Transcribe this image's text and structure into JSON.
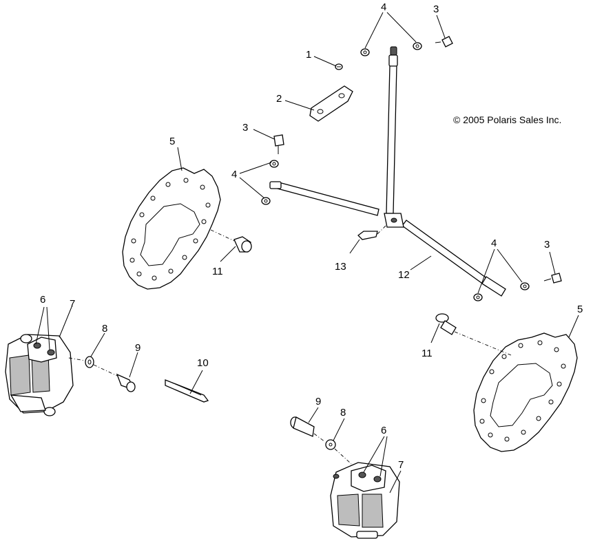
{
  "copyright": "© 2005 Polaris Sales Inc.",
  "callouts": {
    "c1": "1",
    "c2": "2",
    "c3a": "3",
    "c3b": "3",
    "c3c": "3",
    "c4a": "4",
    "c4b": "4",
    "c4c": "4",
    "c5a": "5",
    "c5b": "5",
    "c6a": "6",
    "c6b": "6",
    "c7a": "7",
    "c7b": "7",
    "c8a": "8",
    "c8b": "8",
    "c9a": "9",
    "c9b": "9",
    "c10": "10",
    "c11a": "11",
    "c11b": "11",
    "c12": "12",
    "c13": "13"
  }
}
